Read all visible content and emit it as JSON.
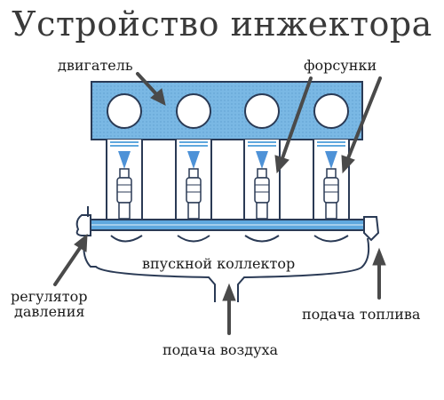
{
  "title": "Устройство инжектора",
  "labels": {
    "engine": "двигатель",
    "injectors": "форсунки",
    "intake_manifold": "впускной коллектор",
    "pressure_regulator_line1": "регулятор",
    "pressure_regulator_line2": "давления",
    "fuel_supply": "подача топлива",
    "air_supply": "подача воздуха"
  },
  "colors": {
    "engine_fill": "#7ab8e4",
    "outline": "#2a3a55",
    "pipe": "#5fa8de",
    "spray": "#2f7fd0",
    "arrow": "#4a4a4a"
  },
  "icons": [
    "arrow-icon"
  ]
}
